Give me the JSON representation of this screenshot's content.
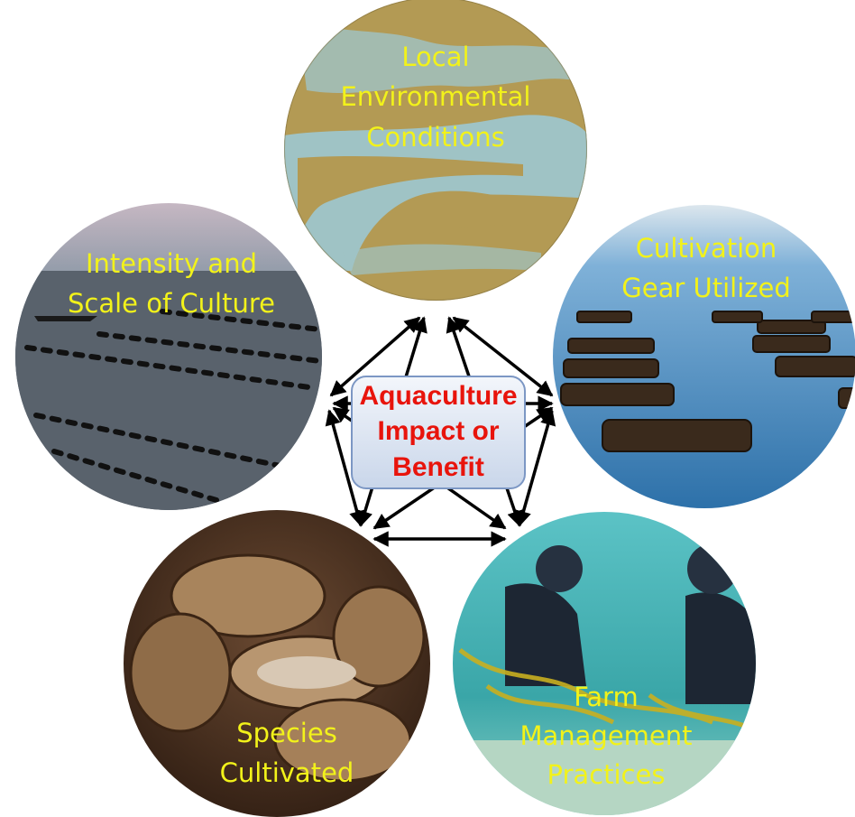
{
  "center": {
    "lines": [
      "Aquaculture",
      "Impact or",
      "Benefit"
    ]
  },
  "nodes": [
    {
      "id": "environment",
      "lines": [
        "Local",
        "Environmental",
        "Conditions"
      ]
    },
    {
      "id": "gear",
      "lines": [
        "Cultivation",
        "Gear Utilized"
      ]
    },
    {
      "id": "management",
      "lines": [
        "Farm",
        "Management",
        "Practices"
      ]
    },
    {
      "id": "species",
      "lines": [
        "Species",
        "Cultivated"
      ]
    },
    {
      "id": "intensity",
      "lines": [
        "Intensity and",
        "Scale of Culture"
      ]
    }
  ],
  "colors": {
    "label": "#f2f21a",
    "center_text": "#e8140c",
    "center_fill": "#dce6f4",
    "center_stroke": "#7c97c4",
    "arrow": "#000000"
  }
}
